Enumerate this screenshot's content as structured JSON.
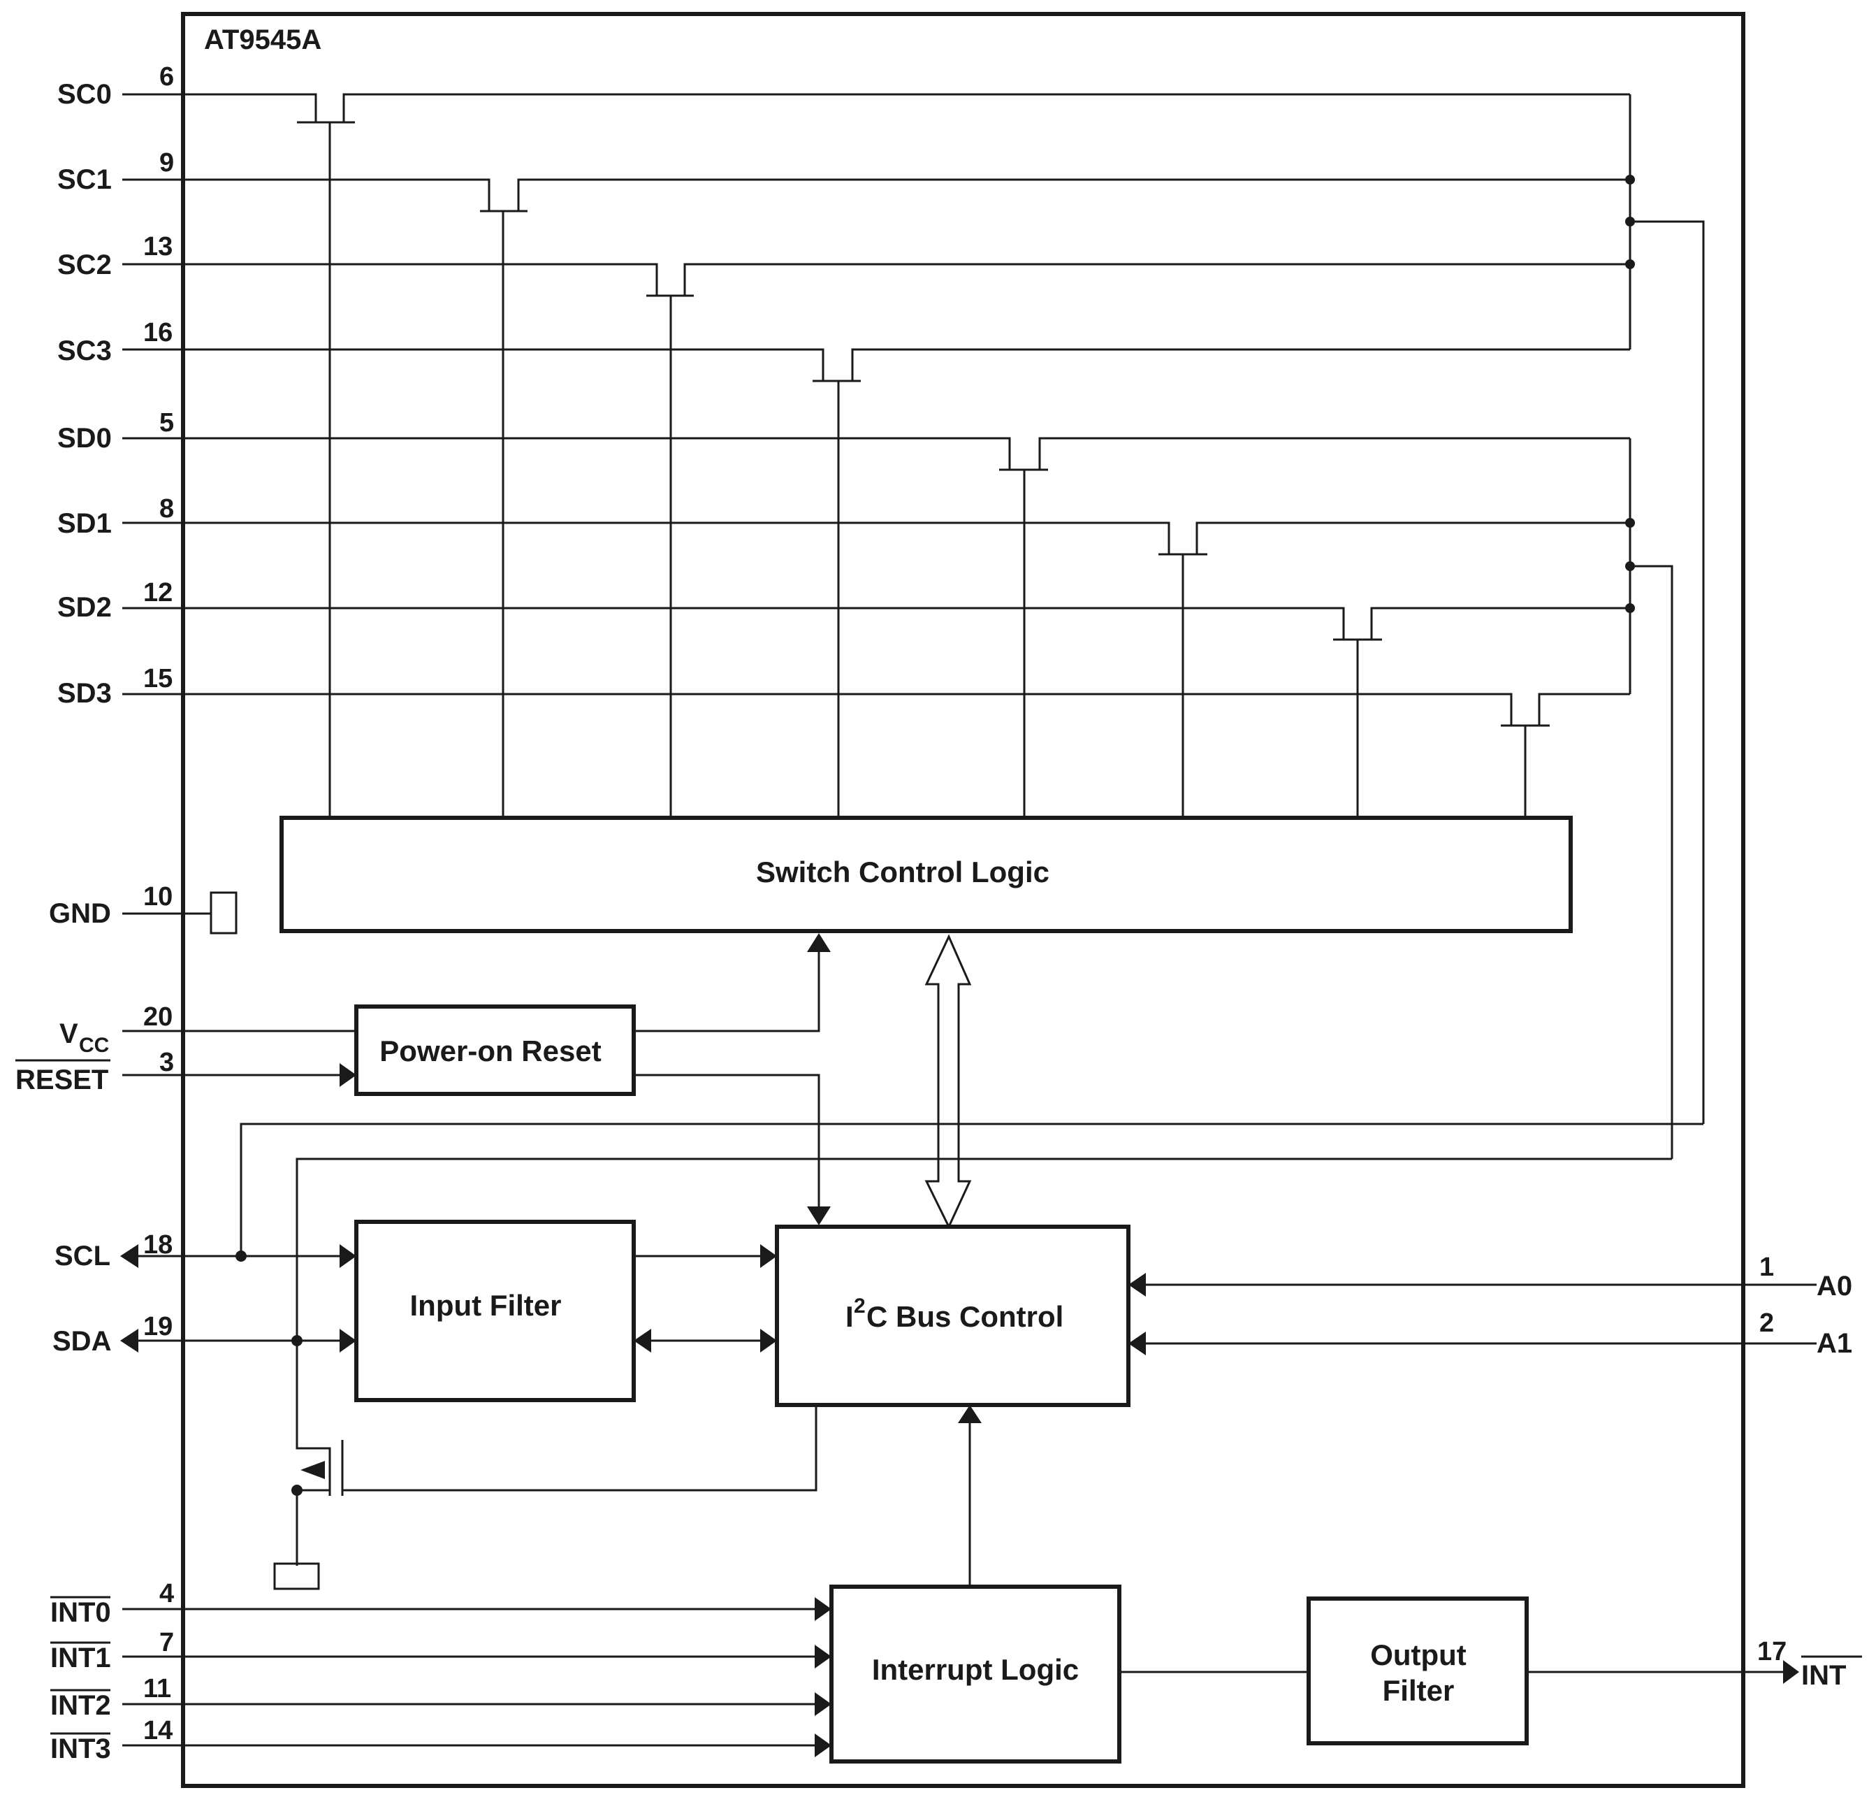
{
  "chip_name": "AT9545A",
  "blocks": {
    "switch_control": "Switch Control Logic",
    "power_on_reset": "Power-on Reset",
    "input_filter": "Input Filter",
    "i2c_bus_control_prefix": "I",
    "i2c_bus_control_sup": "2",
    "i2c_bus_control_rest": "C Bus Control",
    "interrupt_logic": "Interrupt Logic",
    "output_filter_line1": "Output",
    "output_filter_line2": "Filter"
  },
  "pins_left": [
    {
      "name": "SC0",
      "num": "6"
    },
    {
      "name": "SC1",
      "num": "9"
    },
    {
      "name": "SC2",
      "num": "13"
    },
    {
      "name": "SC3",
      "num": "16"
    },
    {
      "name": "SD0",
      "num": "5"
    },
    {
      "name": "SD1",
      "num": "8"
    },
    {
      "name": "SD2",
      "num": "12"
    },
    {
      "name": "SD3",
      "num": "15"
    }
  ],
  "gnd": {
    "name": "GND",
    "num": "10"
  },
  "vcc": {
    "name": "V",
    "sub": "CC",
    "num": "20"
  },
  "reset": {
    "name": "RESET",
    "num": "3"
  },
  "scl": {
    "name": "SCL",
    "num": "18"
  },
  "sda": {
    "name": "SDA",
    "num": "19"
  },
  "ints": [
    {
      "name": "INT0",
      "num": "4"
    },
    {
      "name": "INT1",
      "num": "7"
    },
    {
      "name": "INT2",
      "num": "11"
    },
    {
      "name": "INT3",
      "num": "14"
    }
  ],
  "a0": {
    "name": "A0",
    "num": "1"
  },
  "a1": {
    "name": "A1",
    "num": "2"
  },
  "int_out": {
    "name": "INT",
    "num": "17"
  }
}
